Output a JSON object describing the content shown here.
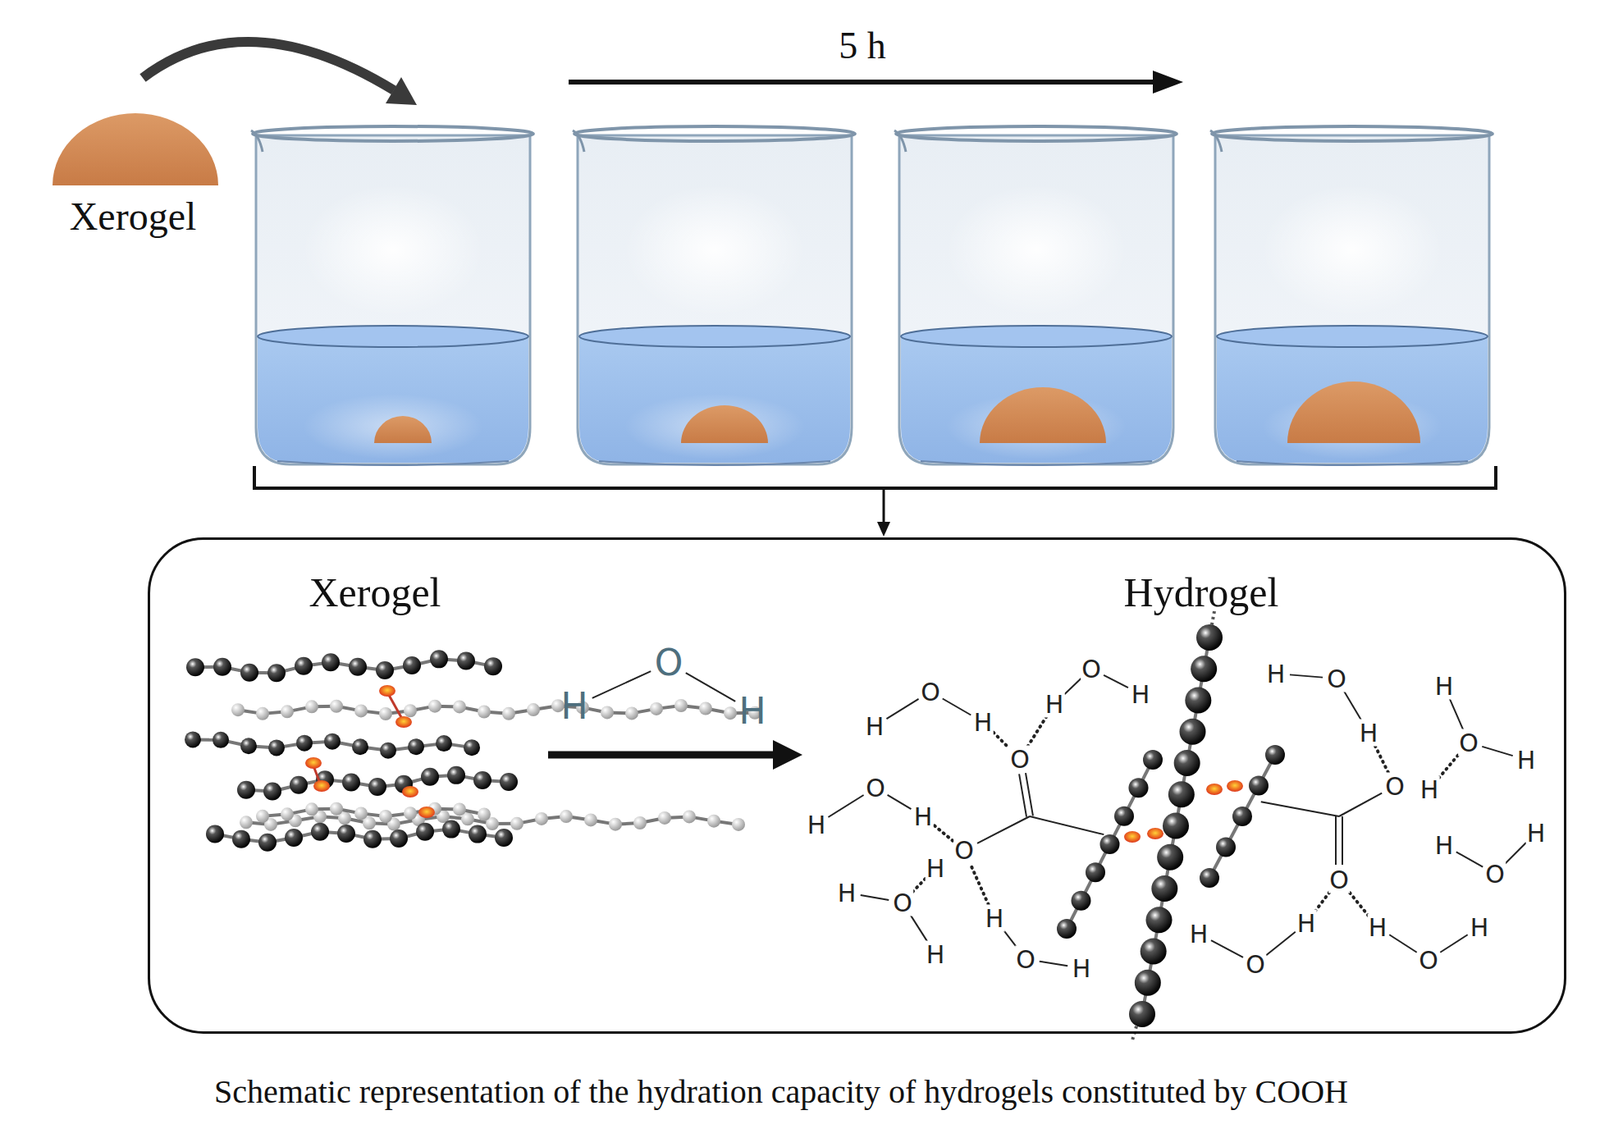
{
  "diagram": {
    "caption": "Schematic representation of the hydration capacity of hydrogels constituted by COOH",
    "nodes": [
      {
        "text": [
          "Xerogel",
          "Hydrogel"
        ]
      }
    ],
    "labels": [
      "Xerogel",
      "5 h",
      "H",
      "O",
      "H",
      "O",
      "O",
      "H",
      "O",
      "H",
      "O",
      "H",
      "O",
      "H",
      "H",
      "O",
      "H",
      "H",
      "O",
      "H",
      "H",
      "O",
      "H",
      "H",
      "O",
      "H",
      "H",
      "O",
      "H",
      "H",
      "O",
      "H",
      "H",
      "O",
      "H",
      "H",
      "O",
      "H",
      "H",
      "O",
      "H"
    ]
  }
}
